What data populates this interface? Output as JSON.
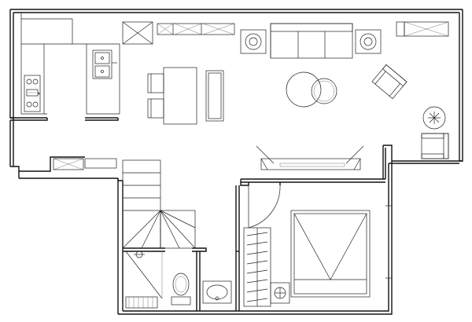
{
  "plan": {
    "rooms": [
      {
        "name": "kitchen",
        "fixtures": [
          "counter",
          "sink",
          "hob"
        ]
      },
      {
        "name": "dining",
        "fixtures": [
          "table",
          "chairs",
          "sideboard"
        ]
      },
      {
        "name": "living",
        "fixtures": [
          "sofa",
          "round-tables",
          "armchairs",
          "tv-cabinet",
          "floor-plant"
        ]
      },
      {
        "name": "stair",
        "fixtures": [
          "steps"
        ]
      },
      {
        "name": "bathroom",
        "fixtures": [
          "toilet",
          "basin",
          "shower"
        ]
      },
      {
        "name": "bedroom",
        "fixtures": [
          "bed",
          "wardrobe",
          "door"
        ]
      }
    ]
  }
}
